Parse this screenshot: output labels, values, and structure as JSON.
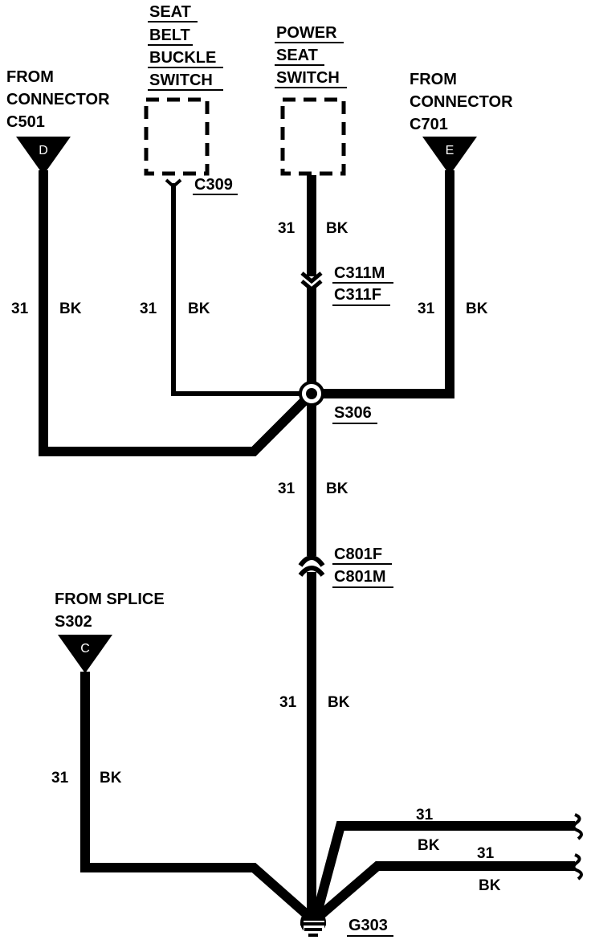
{
  "components": {
    "seat_belt_buckle_switch": {
      "lines": [
        "SEAT",
        "BELT",
        "BUCKLE",
        "SWITCH"
      ],
      "connector": "C309"
    },
    "power_seat_switch": {
      "lines": [
        "POWER",
        "SEAT",
        "SWITCH"
      ]
    }
  },
  "sources": {
    "c501": {
      "lines": [
        "FROM",
        "CONNECTOR",
        "C501"
      ],
      "pin": "D"
    },
    "c701": {
      "lines": [
        "FROM",
        "CONNECTOR",
        "C701"
      ],
      "pin": "E"
    },
    "s302": {
      "lines": [
        "FROM SPLICE",
        "S302"
      ],
      "pin": "C"
    }
  },
  "connectors": {
    "c311": {
      "top": "C311M",
      "bottom": "C311F"
    },
    "c801": {
      "top": "C801F",
      "bottom": "C801M"
    }
  },
  "splice": "S306",
  "ground": "G303",
  "wires": {
    "gauge": "31",
    "color": "BK"
  }
}
